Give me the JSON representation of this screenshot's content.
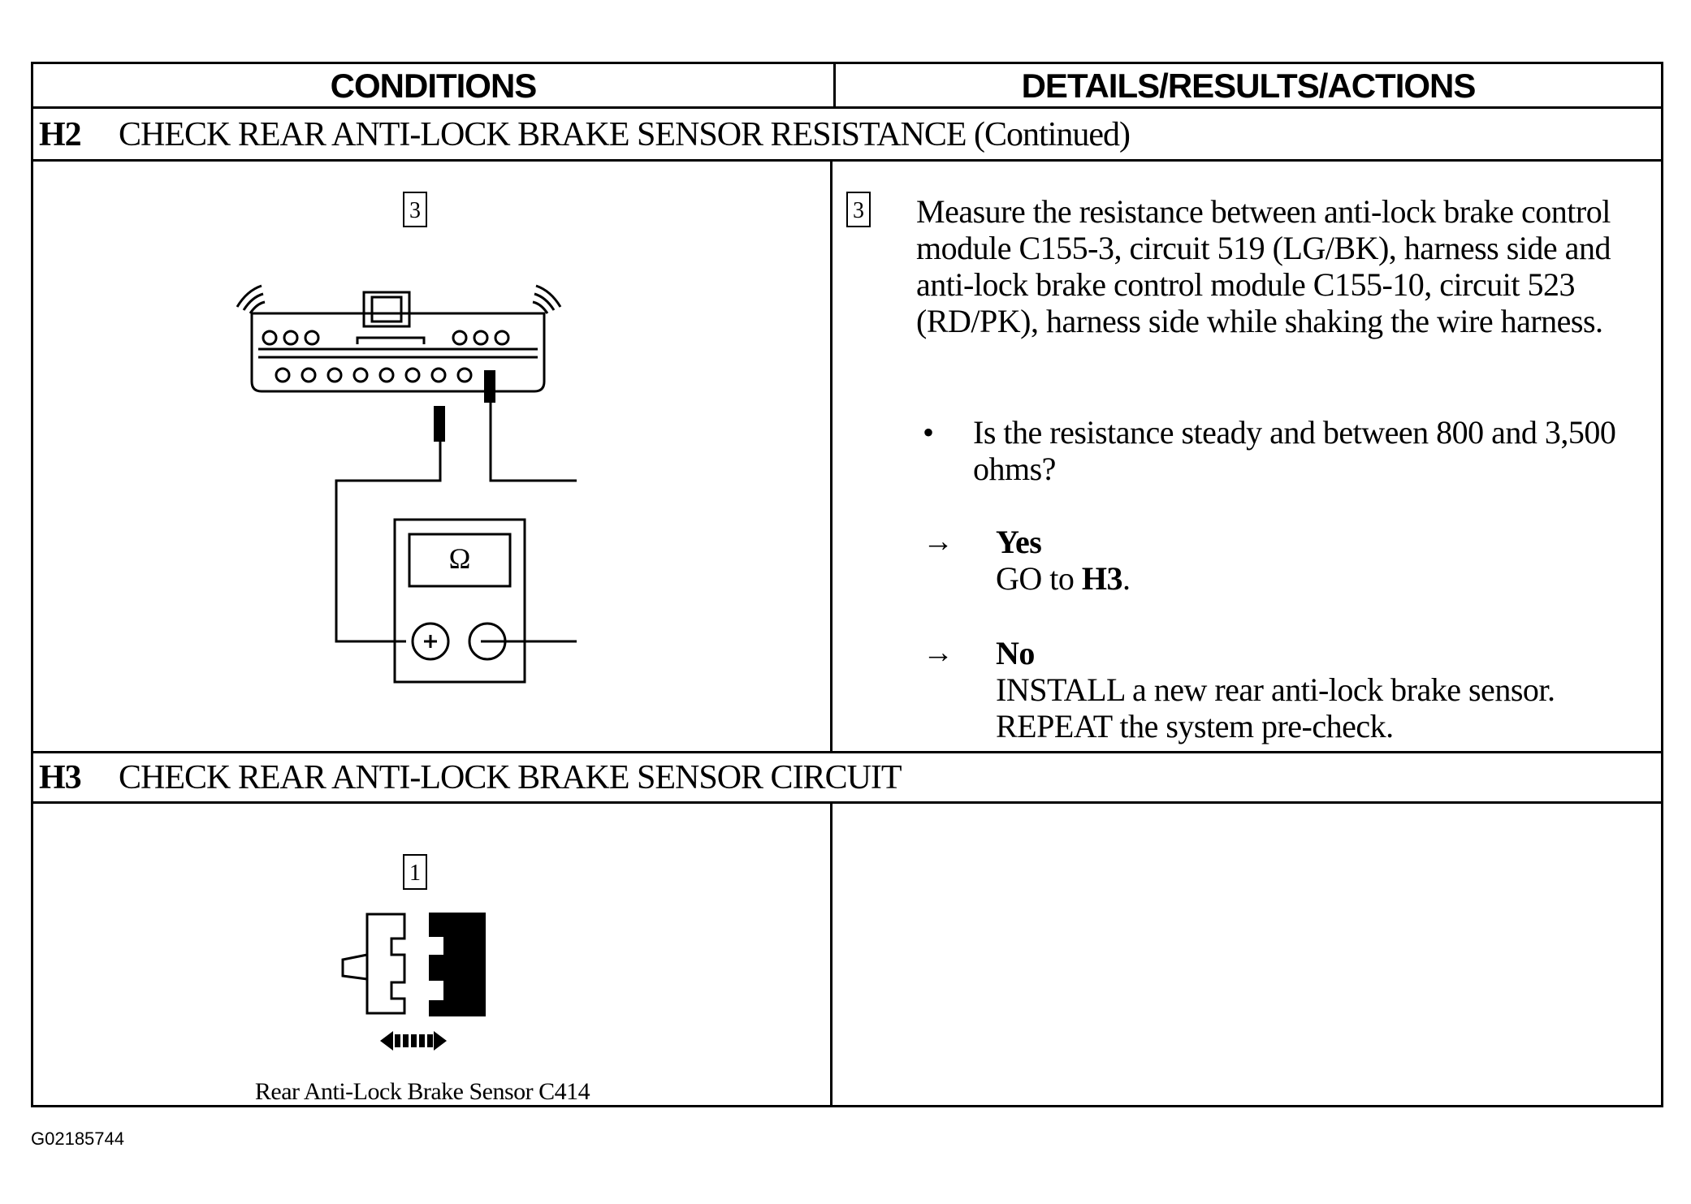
{
  "headers": {
    "conditions": "CONDITIONS",
    "details": "DETAILS/RESULTS/ACTIONS"
  },
  "h2": {
    "code": "H2",
    "title": "CHECK REAR ANTI-LOCK BRAKE SENSOR RESISTANCE (Continued)",
    "figure_step": "3",
    "figure_symbol": "Ω",
    "step_number": "3",
    "instruction": "Measure the resistance between anti-lock brake control module C155-3, circuit 519 (LG/BK), harness side and anti-lock brake control module C155-10, circuit 523 (RD/PK), harness side while shaking the wire harness.",
    "bullet": "•",
    "question": "Is the resistance steady and between 800 and 3,500 ohms?",
    "arrow": "→",
    "yes_label": "Yes",
    "yes_action_prefix": "GO to ",
    "yes_action_target": "H3",
    "yes_action_suffix": ".",
    "no_label": "No",
    "no_action_1": "INSTALL a new rear anti-lock brake sensor.",
    "no_action_2": "REPEAT the system pre-check."
  },
  "h3": {
    "code": "H3",
    "title": "CHECK REAR ANTI-LOCK BRAKE SENSOR CIRCUIT",
    "figure_step": "1",
    "caption": "Rear Anti-Lock Brake Sensor C414"
  },
  "figure_id": "G02185744"
}
